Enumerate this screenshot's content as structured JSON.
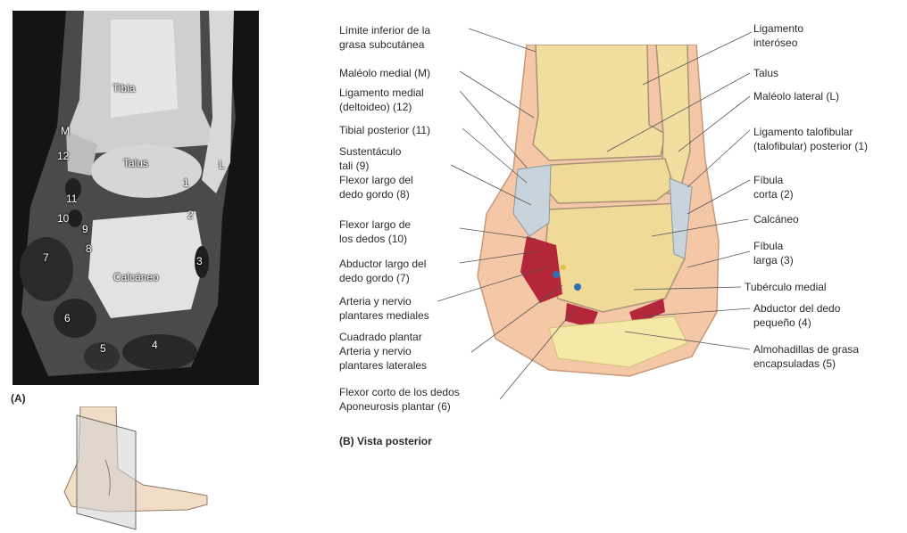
{
  "panel_a": {
    "label": "(A)",
    "mri_labels": {
      "tibia": "Tibia",
      "talus": "Talus",
      "calcaneo": "Calcáneo",
      "m": "M",
      "l": "L",
      "n12": "12",
      "n11": "11",
      "n10": "10",
      "n9": "9",
      "n8": "8",
      "n7": "7",
      "n6": "6",
      "n5": "5",
      "n4": "4",
      "n3": "3",
      "n2": "2",
      "n1": "1"
    }
  },
  "panel_b": {
    "label": "(B) Vista posterior",
    "left_labels": [
      [
        "Límite inferior de la",
        "grasa subcutánea"
      ],
      [
        "Maléolo medial (M)"
      ],
      [
        "Ligamento medial",
        "(deltoideo) (12)"
      ],
      [
        "Tibial posterior (11)"
      ],
      [
        "Sustentáculo",
        "tali (9)",
        "Flexor largo del",
        "dedo gordo (8)"
      ],
      [
        "Flexor largo de",
        "los dedos (10)"
      ],
      [
        "Abductor largo del",
        "dedo gordo (7)"
      ],
      [
        "Arteria y nervio",
        "plantares mediales"
      ],
      [
        "Cuadrado plantar",
        "Arteria y nervio",
        "plantares laterales"
      ],
      [
        "Flexor corto de los dedos",
        "Aponeurosis plantar (6)"
      ]
    ],
    "right_labels": [
      [
        "Ligamento",
        "interóseo"
      ],
      [
        "Talus"
      ],
      [
        "Maléolo lateral (L)"
      ],
      [
        "Ligamento talofibular",
        "(talofibular) posterior (1)"
      ],
      [
        "Fíbula",
        "corta (2)"
      ],
      [
        "Calcáneo"
      ],
      [
        "Fíbula",
        "larga (3)"
      ],
      [
        "Tubérculo medial"
      ],
      [
        "Abductor del dedo",
        "pequeño (4)"
      ],
      [
        "Almohadillas de grasa",
        "encapsuladas (5)"
      ]
    ]
  }
}
